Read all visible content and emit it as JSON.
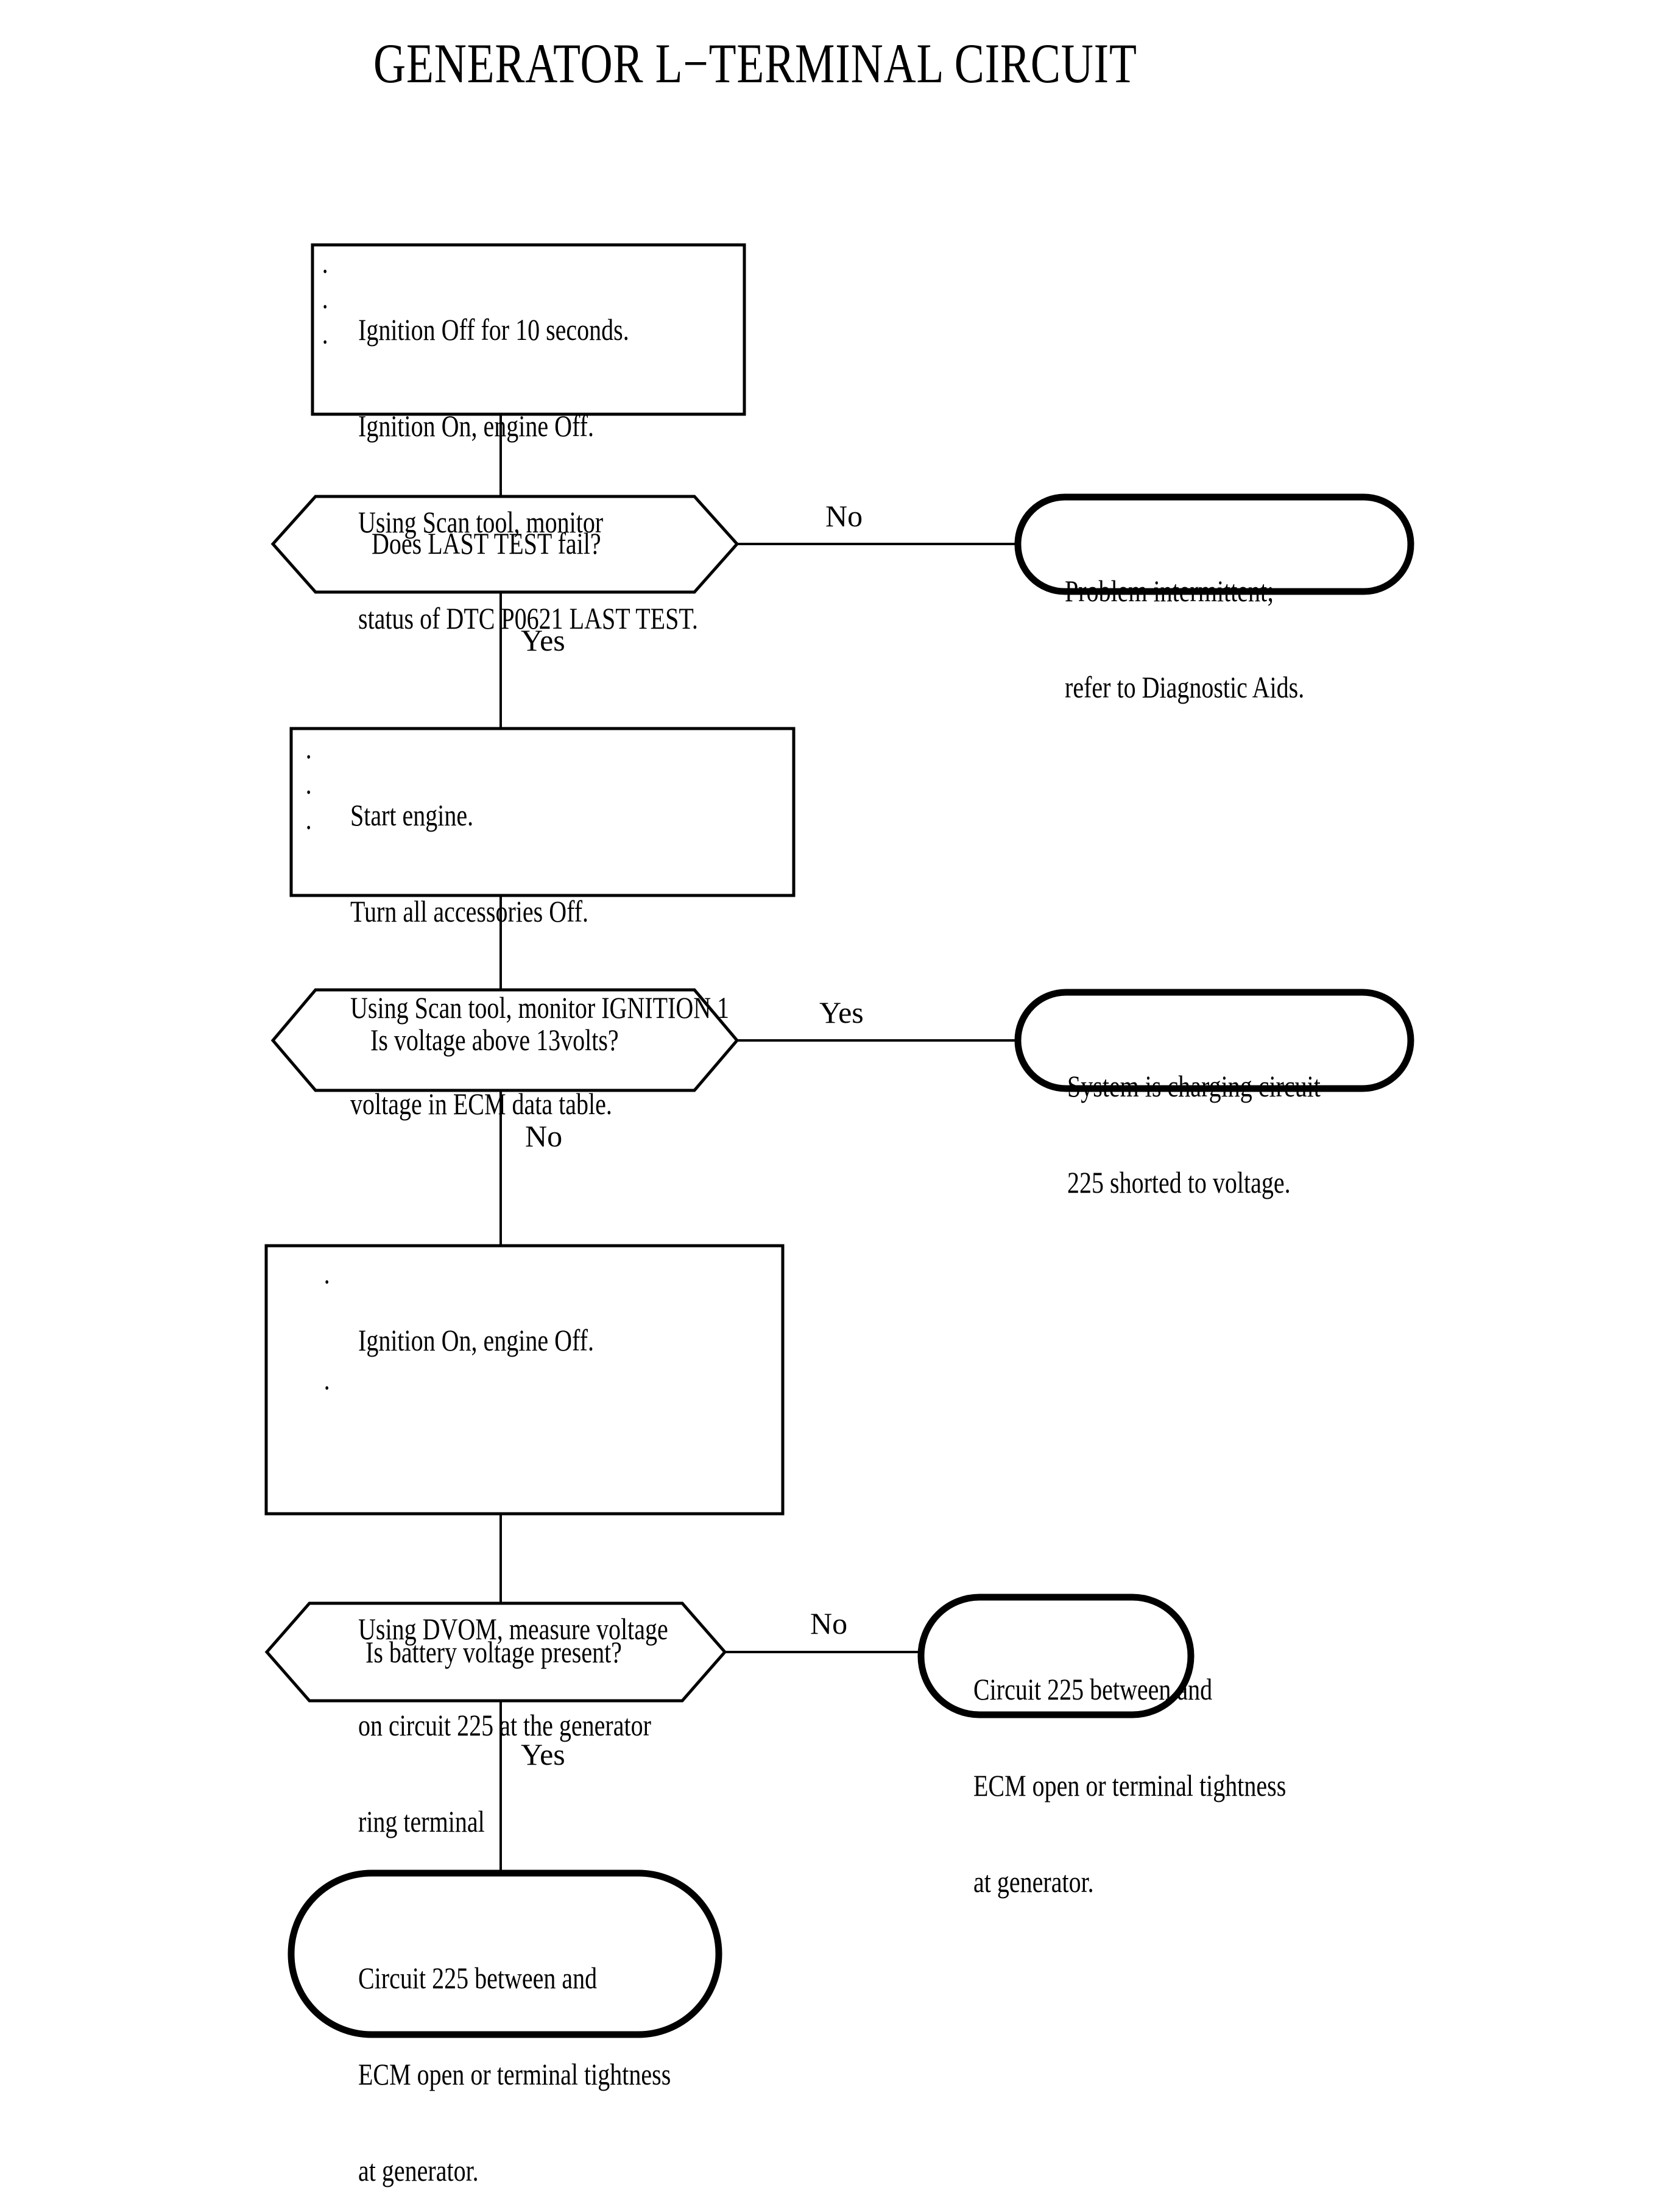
{
  "document": {
    "title": "GENERATOR L−TERMINAL CIRCUIT",
    "bullet_glyph": "·",
    "colors": {
      "ink": "#000000",
      "paper": "#ffffff"
    }
  },
  "flowchart": {
    "type": "flowchart",
    "nodes": {
      "step1": {
        "shape": "process",
        "lines": [
          "Ignition Off for 10 seconds.",
          "Ignition On, engine Off.",
          "Using Scan tool, monitor",
          "status of DTC P0621 LAST TEST."
        ],
        "bulleted": [
          true,
          true,
          true,
          false
        ]
      },
      "decision1": {
        "shape": "decision",
        "text": "Does LAST TEST fail?"
      },
      "terminal1": {
        "shape": "terminator",
        "lines": [
          "Problem intermittent;",
          "refer to Diagnostic Aids."
        ]
      },
      "step2": {
        "shape": "process",
        "lines": [
          "Start engine.",
          "Turn all accessories Off.",
          "Using Scan tool, monitor IGNITION 1",
          "voltage in ECM data table."
        ],
        "bulleted": [
          true,
          true,
          true,
          false
        ]
      },
      "decision2": {
        "shape": "decision",
        "text": "Is voltage above 13volts?"
      },
      "terminal2": {
        "shape": "terminator",
        "lines": [
          "System is charging circuit",
          "225 shorted to voltage."
        ]
      },
      "step3": {
        "shape": "process",
        "lines": [
          "Ignition On, engine Off.",
          "",
          "Using DVOM, measure voltage",
          "on circuit 225 at the generator",
          "ring terminal"
        ],
        "bulleted": [
          true,
          false,
          true,
          false,
          false
        ]
      },
      "decision3": {
        "shape": "decision",
        "text": "Is battery voltage present?"
      },
      "terminal3": {
        "shape": "terminator",
        "lines": [
          "Circuit 225 between and",
          "ECM open or terminal tightness",
          "at generator."
        ]
      },
      "terminal4": {
        "shape": "terminator",
        "lines": [
          "Circuit 225 between and",
          "ECM open or terminal tightness",
          "at generator."
        ]
      }
    },
    "edge_labels": {
      "d1_no": "No",
      "d1_yes": "Yes",
      "d2_yes": "Yes",
      "d2_no": "No",
      "d3_no": "No",
      "d3_yes": "Yes"
    }
  }
}
